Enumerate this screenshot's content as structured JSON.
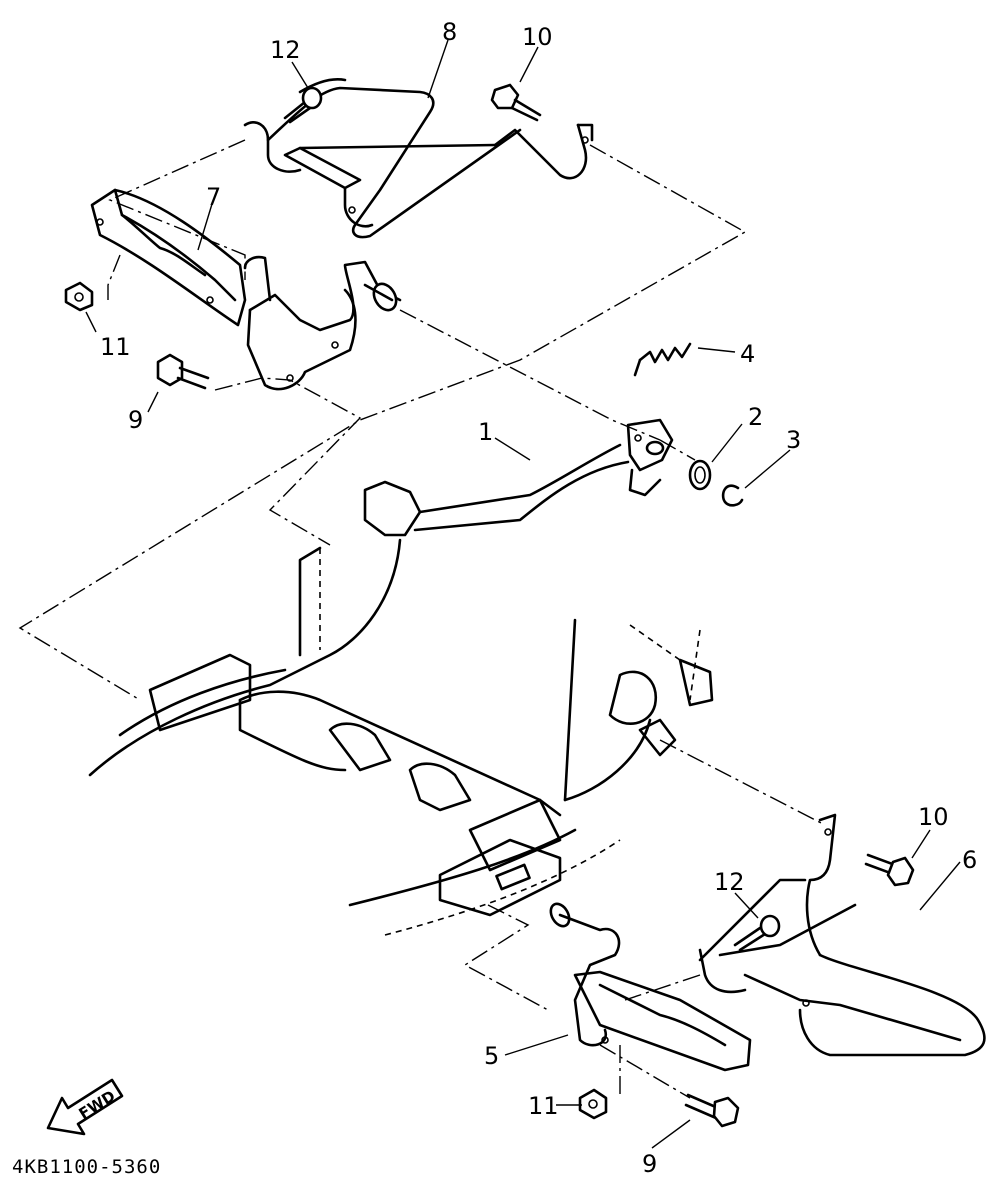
{
  "callouts": {
    "p1": "1",
    "p2": "2",
    "p3": "3",
    "p4": "4",
    "p5": "5",
    "p6": "6",
    "p7": "7",
    "p8": "8",
    "p9_top": "9",
    "p9_bottom": "9",
    "p10_top": "10",
    "p10_bottom": "10",
    "p11_top": "11",
    "p11_bottom": "11",
    "p12_top": "12",
    "p12_bottom": "12"
  },
  "fwd_label": "FWD",
  "drawing_code": "4KB1100-5360"
}
